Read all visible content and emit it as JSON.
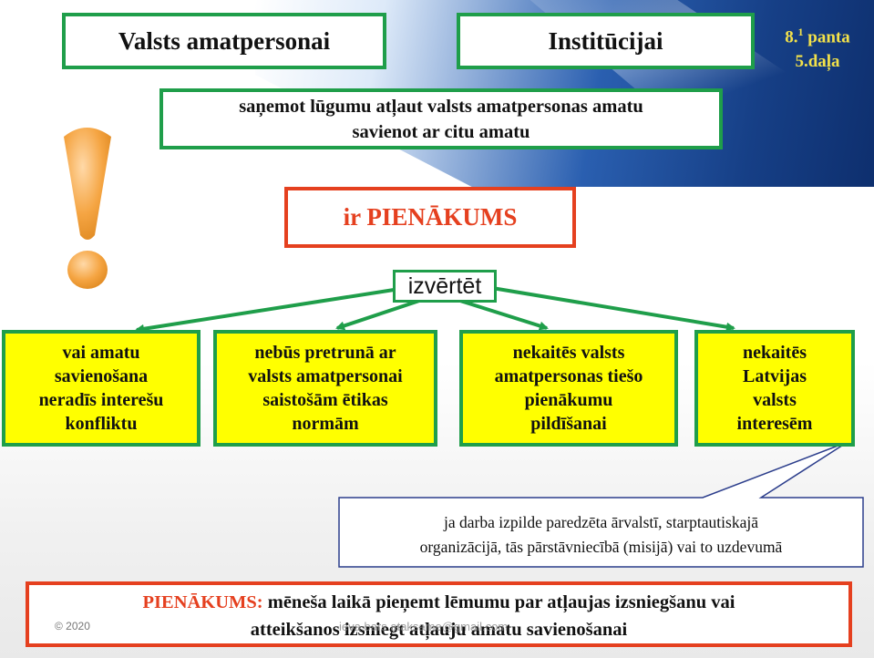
{
  "header": {
    "left": "Valsts amatpersonai",
    "right": "Institūcijai",
    "article_line1": "8.",
    "article_sup": "1",
    "article_line1_rest": " panta",
    "article_line2": "5.daļa"
  },
  "request": {
    "line1": "saņemot lūgumu atļaut valsts amatpersonas amatu",
    "line2": "savienot ar citu amatu"
  },
  "duty_label": "ir PIENĀKUMS",
  "evaluate_label": "izvērtēt",
  "criteria": [
    {
      "l1": "vai amatu",
      "l2": "savienošana",
      "l3": "neradīs interešu",
      "l4": "konfliktu"
    },
    {
      "l1": "nebūs pretrunā ar",
      "l2": "valsts amatpersonai",
      "l3": "saistošām ētikas",
      "l4": "normām"
    },
    {
      "l1": "nekaitēs valsts",
      "l2": "amatpersonas tiešo",
      "l3": "pienākumu",
      "l4": "pildīšanai"
    },
    {
      "l1": "nekaitēs",
      "l2": "Latvijas",
      "l3": "valsts",
      "l4": "interesēm"
    }
  ],
  "callout": {
    "line1": "ja darba izpilde paredzēta ārvalstī, starptautiskajā",
    "line2": "organizācijā, tās pārstāvniecībā (misijā) vai to uzdevumā"
  },
  "bottom": {
    "label": "PIENĀKUMS:",
    "line1_rest": " mēneša laikā pieņemt lēmumu par atļaujas izsniegšanu vai",
    "line2": "atteikšanos izsniegt atļauju amatu savienošanai"
  },
  "footer": {
    "copyright": "© 2020",
    "watermark": "ieva.bars.ataksame@gmail.com"
  },
  "colors": {
    "green": "#1f9e4a",
    "red": "#e5401f",
    "yellow": "#ffff00",
    "exclamation": "#f5a543"
  }
}
